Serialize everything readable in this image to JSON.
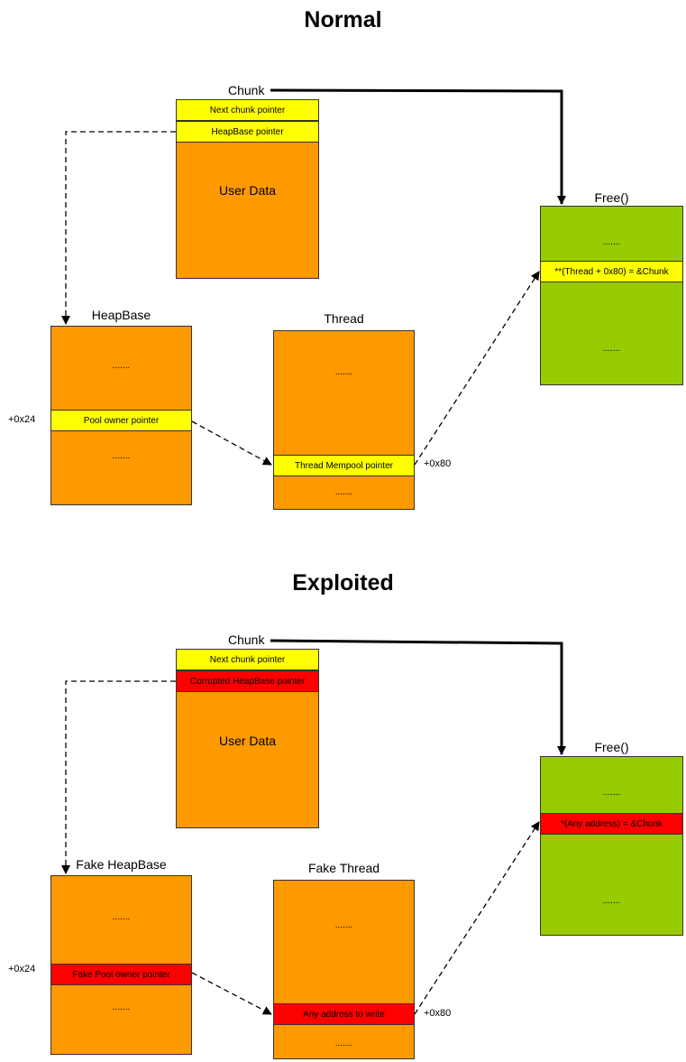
{
  "normal": {
    "title": "Normal",
    "chunk": {
      "label": "Chunk",
      "next_ptr": "Next chunk pointer",
      "heapbase_ptr": "HeapBase pointer",
      "user_data": "User Data"
    },
    "free": {
      "label": "Free()",
      "dots_top": ".......",
      "row": "**(Thread + 0x80) = &Chunk",
      "dots_bottom": "......."
    },
    "heapbase": {
      "label": "HeapBase",
      "dots_top": ".......",
      "row": "Pool owner pointer",
      "dots_bottom": ".......",
      "offset": "+0x24"
    },
    "thread": {
      "label": "Thread",
      "dots_top": ".......",
      "row": "Thread Mempool pointer",
      "dots_bottom": ".......",
      "offset": "+0x80"
    }
  },
  "exploited": {
    "title": "Exploited",
    "chunk": {
      "label": "Chunk",
      "next_ptr": "Next chunk pointer",
      "heapbase_ptr": "Corrupted HeapBase pointer",
      "user_data": "User Data"
    },
    "free": {
      "label": "Free()",
      "dots_top": ".......",
      "row": "*(Any address) = &Chunk",
      "dots_bottom": "......."
    },
    "heapbase": {
      "label": "Fake HeapBase",
      "dots_top": ".......",
      "row": "Fake Pool owner pointer",
      "dots_bottom": ".......",
      "offset": "+0x24"
    },
    "thread": {
      "label": "Fake Thread",
      "dots_top": ".......",
      "row": "Any address to write",
      "dots_bottom": ".......",
      "offset": "+0x80"
    }
  },
  "colors": {
    "data_block": "#ff9900",
    "free_block": "#99cc00",
    "pointer_field": "#ffff00",
    "corrupted_field": "#ff0000"
  }
}
